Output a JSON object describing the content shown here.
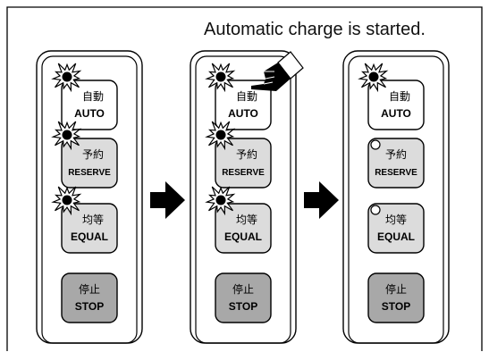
{
  "caption": "Automatic charge is started.",
  "colors": {
    "stroke": "#000000",
    "button_light": "#ffffff",
    "button_mid": "#dcdcdc",
    "button_dark": "#a8a8a8"
  },
  "panels": [
    {
      "buttons": [
        {
          "jp": "自動",
          "en": "AUTO",
          "indicator": "lit"
        },
        {
          "jp": "予約",
          "en": "RESERVE",
          "indicator": "lit"
        },
        {
          "jp": "均等",
          "en": "EQUAL",
          "indicator": "lit"
        },
        {
          "jp": "停止",
          "en": "STOP",
          "indicator": "none"
        }
      ]
    },
    {
      "hand": true,
      "buttons": [
        {
          "jp": "自動",
          "en": "AUTO",
          "indicator": "lit"
        },
        {
          "jp": "予約",
          "en": "RESERVE",
          "indicator": "lit"
        },
        {
          "jp": "均等",
          "en": "EQUAL",
          "indicator": "lit"
        },
        {
          "jp": "停止",
          "en": "STOP",
          "indicator": "none"
        }
      ]
    },
    {
      "buttons": [
        {
          "jp": "自動",
          "en": "AUTO",
          "indicator": "lit"
        },
        {
          "jp": "予約",
          "en": "RESERVE",
          "indicator": "off"
        },
        {
          "jp": "均等",
          "en": "EQUAL",
          "indicator": "off"
        },
        {
          "jp": "停止",
          "en": "STOP",
          "indicator": "none"
        }
      ]
    }
  ]
}
